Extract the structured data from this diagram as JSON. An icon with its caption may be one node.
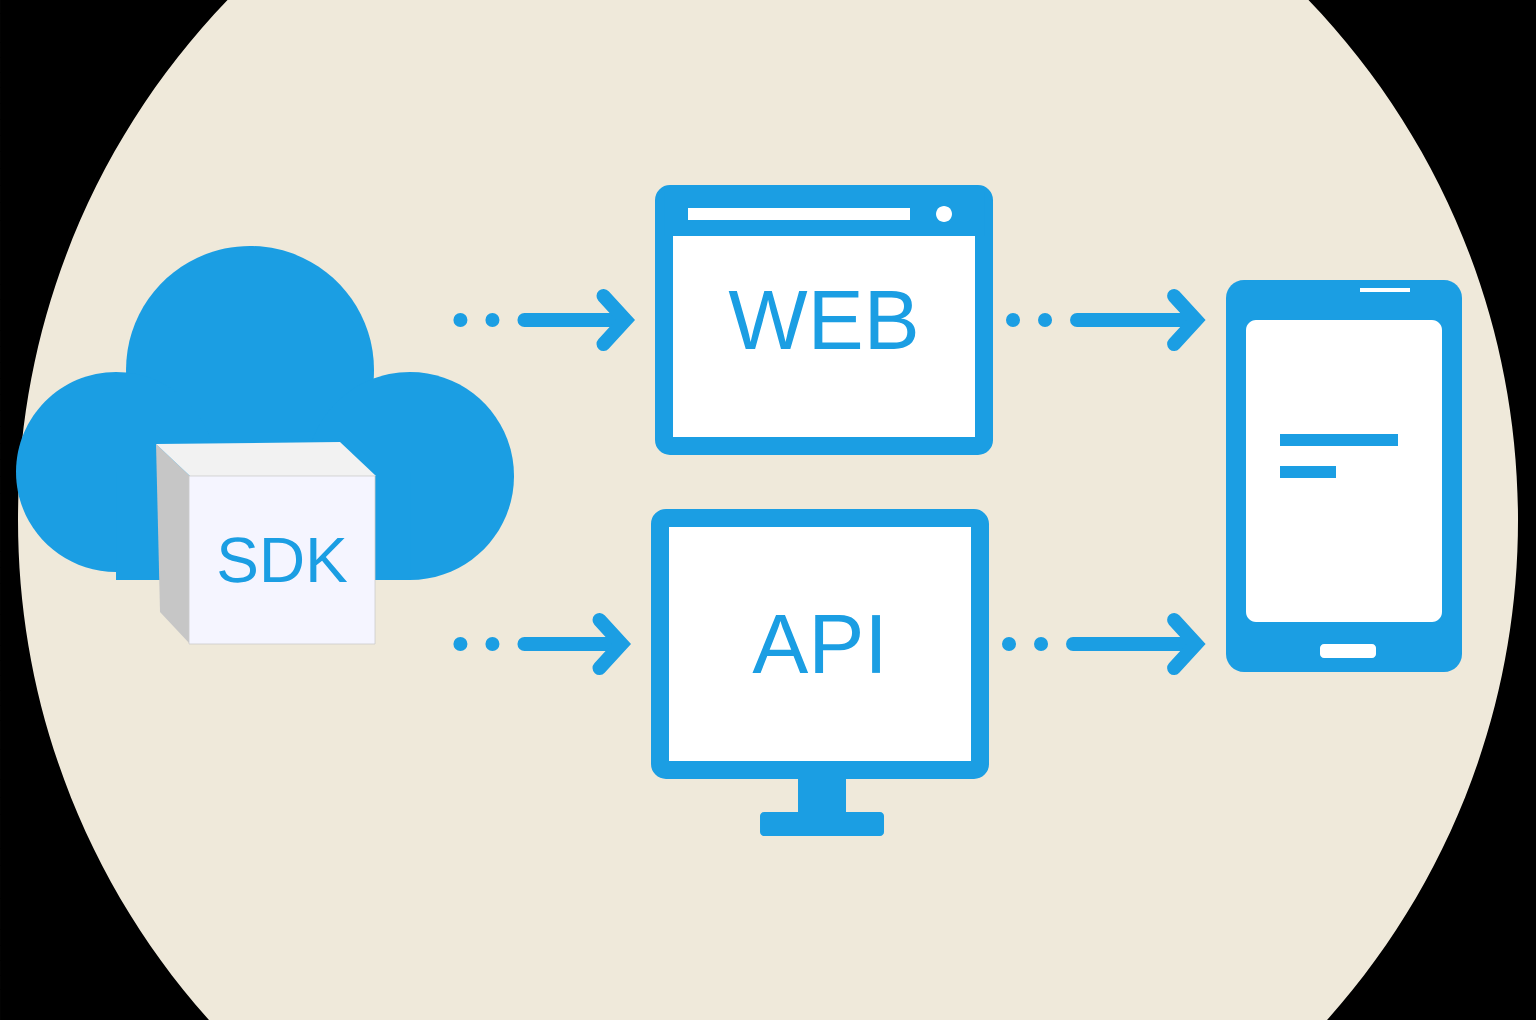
{
  "diagram": {
    "nodes": [
      {
        "text": [],
        "shape": "cloud"
      },
      {
        "text": [
          "SDK"
        ]
      },
      {
        "text": [
          "WEB"
        ]
      },
      {
        "text": [
          "API"
        ]
      },
      {
        "text": [],
        "shape": "picture"
      }
    ],
    "edges": [
      {
        "from": 0,
        "to": 2,
        "arrow": "to",
        "style": "dashed"
      },
      {
        "from": 0,
        "to": 3,
        "arrow": "to",
        "style": "dashed"
      },
      {
        "from": 2,
        "to": 4,
        "arrow": "to",
        "style": "dashed"
      },
      {
        "from": 3,
        "to": 4,
        "arrow": "to",
        "style": "dashed"
      }
    ]
  }
}
